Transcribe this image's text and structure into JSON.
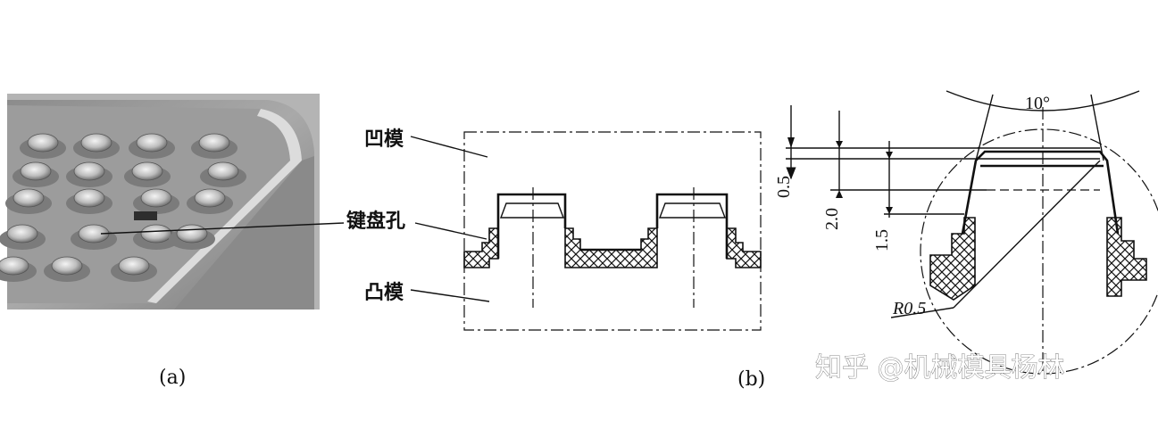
{
  "labels": {
    "die": "凹模",
    "keyboard_hole": "键盘孔",
    "punch": "凸模",
    "caption_a": "(a)",
    "caption_b": "(b)"
  },
  "dimensions": {
    "angle": "10°",
    "d1": "0.5",
    "d2": "2.0",
    "d3": "1.5",
    "radius": "R0.5"
  },
  "watermark": "知乎 @机械模具杨林"
}
